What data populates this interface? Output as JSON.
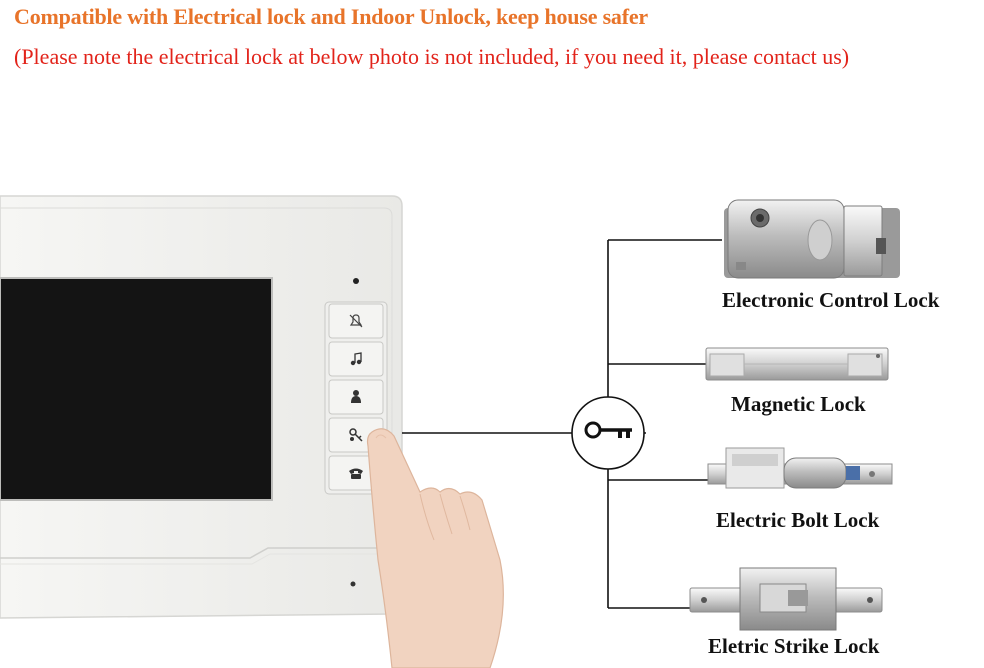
{
  "header": {
    "headline": "Compatible with Electrical lock and Indoor Unlock, keep house safer",
    "note": "(Please note the electrical lock at below photo is not included, if you need it, please contact us)"
  },
  "monitor": {
    "buttons": [
      {
        "icon": "bell-mute-icon"
      },
      {
        "icon": "music-note-icon"
      },
      {
        "icon": "person-icon"
      },
      {
        "icon": "unlock-key-icon"
      },
      {
        "icon": "telephone-icon"
      }
    ]
  },
  "locks": [
    {
      "label": "Electronic Control Lock",
      "icon": "electronic-control-lock-icon"
    },
    {
      "label": "Magnetic Lock",
      "icon": "magnetic-lock-icon"
    },
    {
      "label": "Electric Bolt Lock",
      "icon": "electric-bolt-lock-icon"
    },
    {
      "label": "Eletric Strike Lock",
      "icon": "electric-strike-lock-icon"
    }
  ],
  "colors": {
    "headline": "#e8742a",
    "note": "#e2231a",
    "monitor_body": "#f3f3f1",
    "screen": "#141414",
    "line": "#000000"
  }
}
